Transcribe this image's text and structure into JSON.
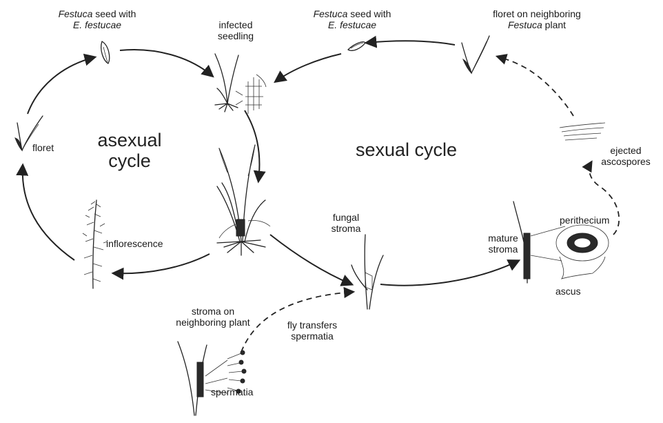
{
  "labels": {
    "seed_left_italic": "Festuca",
    "seed_left_rest": " seed with",
    "seed_left_line2": "E. festucae",
    "infected_seedling_1": "infected",
    "infected_seedling_2": "seedling",
    "seed_right_italic": "Festuca",
    "seed_right_rest": " seed with",
    "seed_right_line2": "E. festucae",
    "floret_neighbor_1": "floret on neighboring",
    "floret_neighbor_2_italic": "Festuca",
    "floret_neighbor_2_rest": " plant",
    "floret": "floret",
    "asexual_1": "asexual",
    "asexual_2": "cycle",
    "sexual": "sexual cycle",
    "ejected_1": "ejected",
    "ejected_2": "ascospores",
    "inflorescence": "inflorescence",
    "fungal_stroma_1": "fungal",
    "fungal_stroma_2": "stroma",
    "perithecium": "perithecium",
    "mature_stroma_1": "mature",
    "mature_stroma_2": "stroma",
    "ascus": "ascus",
    "stroma_neighbor_1": "stroma on",
    "stroma_neighbor_2": "neighboring plant",
    "fly_1": "fly transfers",
    "fly_2": "spermatia",
    "spermatia": "spermatia"
  },
  "colors": {
    "ink": "#222222",
    "background": "#ffffff"
  }
}
